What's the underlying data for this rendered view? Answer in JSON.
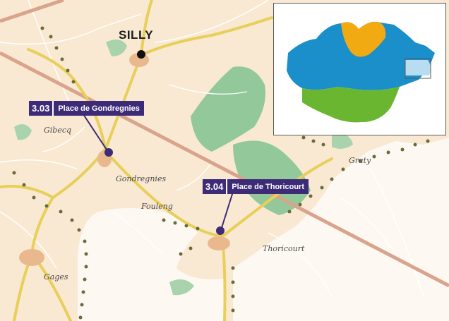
{
  "map": {
    "colors": {
      "background": "#f9e9d2",
      "forest": "#93c99a",
      "road_major": "#e8cf5a",
      "road_minor": "#ffffff",
      "railway": "#d9a38c",
      "boundary_dots": "#6a6a3a",
      "callout_bg": "#3d2b78",
      "marker": "#3d2b78",
      "town_dot": "#111111"
    },
    "town": {
      "name": "SILLY"
    },
    "places": [
      {
        "name": "Gibecq"
      },
      {
        "name": "Gondregnies"
      },
      {
        "name": "Fouleng"
      },
      {
        "name": "Graty"
      },
      {
        "name": "Thoricourt"
      },
      {
        "name": "Gages"
      }
    ],
    "callouts": [
      {
        "number": "3.03",
        "title": "Place de Gondregnies"
      },
      {
        "number": "3.04",
        "title": "Place de Thoricourt"
      }
    ]
  },
  "inset": {
    "colors": {
      "north": "#f2aa13",
      "center": "#1a8fc9",
      "south": "#6ab630",
      "highlight": "#b9ddf0",
      "frame": "#5a5a5a"
    }
  }
}
